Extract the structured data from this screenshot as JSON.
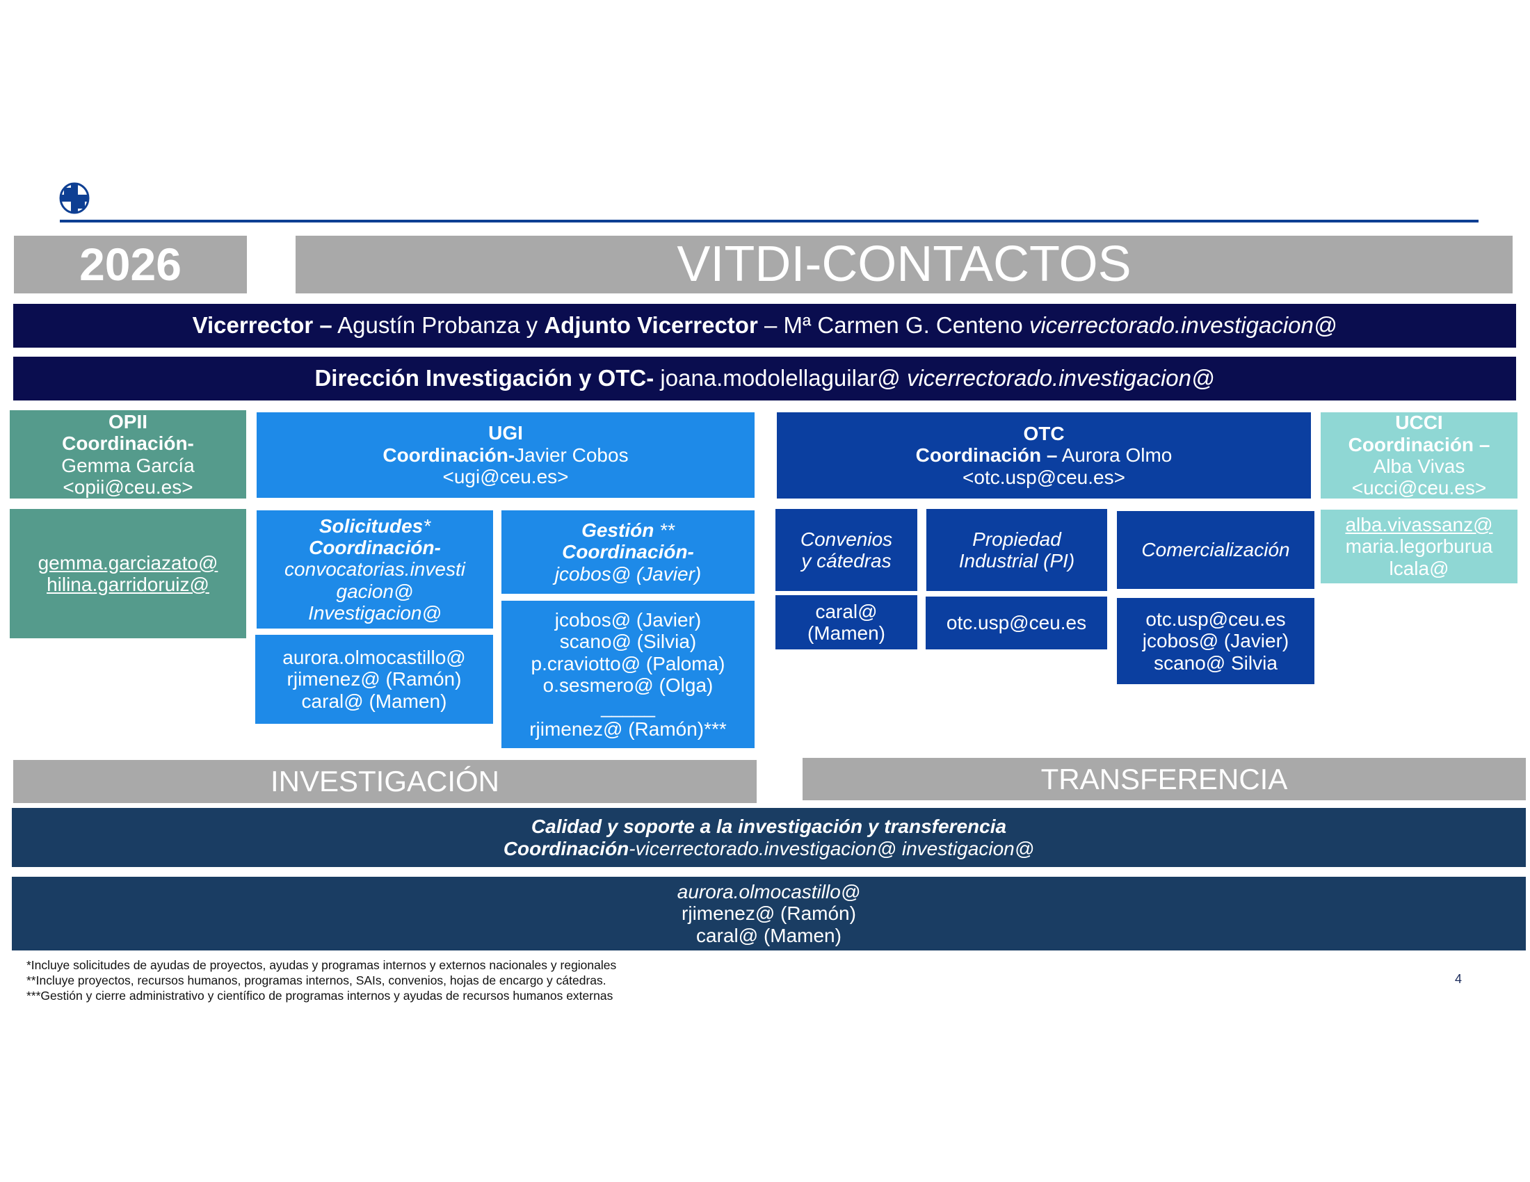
{
  "header": {
    "logo": "ceu-cross-logo-icon",
    "year": "2026",
    "title": "VITDI-CONTACTOS"
  },
  "vicerrector_row": {
    "role1": "Vicerrector –",
    "name1": " Agustín Probanza y ",
    "role2": "Adjunto Vicerrector",
    "name2": " – Mª Carmen G. Centeno ",
    "email": "vicerrectorado.investigacion@"
  },
  "direccion_row": {
    "role": "Dirección Investigación y OTC-",
    "email1": " joana.modolellaguilar@ ",
    "email2": "vicerrectorado.investigacion@"
  },
  "opii": {
    "title": "OPII",
    "coord_label": "Coordinación-",
    "coord_name": "Gemma García",
    "email": "<opii@ceu.es>",
    "members": [
      "gemma.garciazato@",
      "hilina.garridoruiz@"
    ]
  },
  "ugi": {
    "title": "UGI",
    "coord_label": "Coordinación-",
    "coord_name": "Javier Cobos",
    "email": "<ugi@ceu.es>",
    "solicitudes": {
      "title": "Solicitudes",
      "mark": "*",
      "coord_label": "Coordinación-",
      "lines": [
        "convocatorias.investi",
        "gacion@",
        "Investigacion@"
      ],
      "members": [
        "aurora.olmocastillo@",
        "rjimenez@ (Ramón)",
        "caral@ (Mamen)"
      ]
    },
    "gestion": {
      "title": "Gestión",
      "mark": " **",
      "coord_label": "Coordinación-",
      "coord_email": "jcobos@ (Javier)",
      "members": [
        "jcobos@ (Javier)",
        "scano@ (Silvia)",
        "p.craviotto@ (Paloma)",
        "o.sesmero@ (Olga)",
        "_____",
        "rjimenez@ (Ramón)***"
      ]
    }
  },
  "otc": {
    "title": "OTC",
    "coord_label": "Coordinación –",
    "coord_name": " Aurora Olmo",
    "email": "<otc.usp@ceu.es>",
    "areas": [
      {
        "label": [
          "Convenios",
          "y cátedras"
        ],
        "contacts": [
          "caral@",
          "(Mamen)"
        ]
      },
      {
        "label": [
          "Propiedad",
          "Industrial (PI)"
        ],
        "contacts": [
          "otc.usp@ceu.es"
        ]
      },
      {
        "label": [
          "Comercialización"
        ],
        "contacts": [
          "otc.usp@ceu.es",
          "jcobos@ (Javier)",
          "scano@ Silvia"
        ]
      }
    ]
  },
  "ucci": {
    "title": "UCCI",
    "coord_label": "Coordinación –",
    "coord_name": "Alba Vivas",
    "email": "<ucci@ceu.es>",
    "members": [
      "alba.vivassanz@",
      "maria.legorburua",
      "lcala@"
    ]
  },
  "sections": {
    "investigacion": "INVESTIGACIÓN",
    "transferencia": "TRANSFERENCIA"
  },
  "calidad": {
    "title": "Calidad y soporte a la investigación y transferencia",
    "coord_label": "Coordinación",
    "coord_emails": "-vicerrectorado.investigacion@ investigacion@",
    "members": [
      "aurora.olmocastillo@",
      "rjimenez@ (Ramón)",
      "caral@ (Mamen)"
    ]
  },
  "footnotes": [
    "*Incluye solicitudes de ayudas de proyectos, ayudas y programas internos y externos nacionales y regionales",
    "**Incluye proyectos, recursos humanos, programas internos, SAIs, convenios, hojas de encargo y cátedras.",
    "***Gestión y cierre administrativo y científico de programas internos y ayudas de recursos humanos externas"
  ],
  "page_number": "4",
  "colors": {
    "navy": "#0a0d4f",
    "teal": "#559b8c",
    "sky": "#1e8ae8",
    "royal": "#0b3fa0",
    "aqua": "#8fd7d4",
    "dark_blue": "#1a3d63",
    "gray": "#a9a9a9",
    "rule": "#0e3f93"
  }
}
